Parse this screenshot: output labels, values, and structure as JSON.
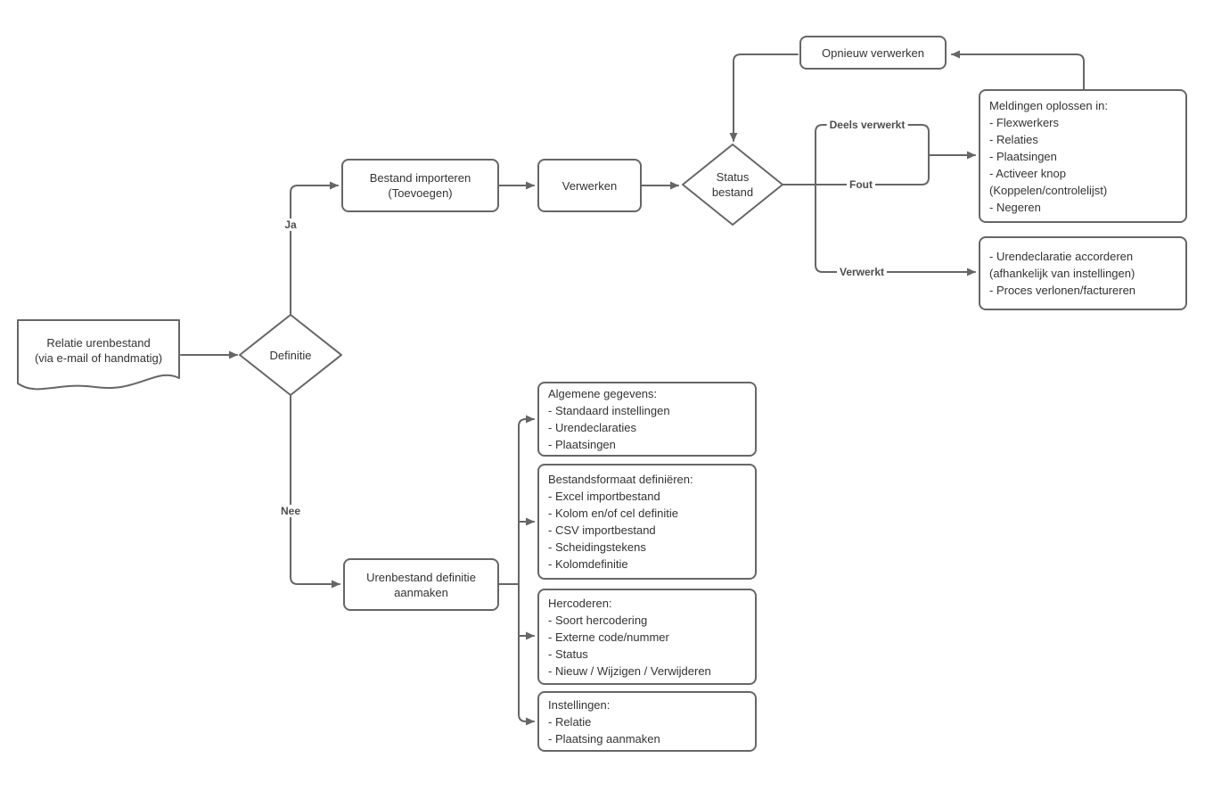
{
  "diagram": {
    "stroke_color": "#666666",
    "text_color": "#333333",
    "background_color": "#ffffff",
    "nodes": {
      "relatie_urenbestand": {
        "shape": "document",
        "lines": [
          "Relatie urenbestand",
          "(via e-mail of handmatig)"
        ]
      },
      "definitie": {
        "shape": "decision",
        "label": "Definitie"
      },
      "bestand_importeren": {
        "shape": "process",
        "lines": [
          "Bestand importeren",
          "(Toevoegen)"
        ]
      },
      "verwerken": {
        "shape": "process",
        "label": "Verwerken"
      },
      "status_bestand": {
        "shape": "decision",
        "lines": [
          "Status",
          "bestand"
        ]
      },
      "opnieuw_verwerken": {
        "shape": "process",
        "label": "Opnieuw verwerken"
      },
      "meldingen_oplossen": {
        "shape": "list",
        "lines": [
          "Meldingen oplossen in:",
          "- Flexwerkers",
          "- Relaties",
          "- Plaatsingen",
          "- Activeer knop",
          "(Koppelen/controlelijst)",
          "- Negeren"
        ]
      },
      "urendeclaratie": {
        "shape": "list",
        "lines": [
          "- Urendeclaratie accorderen",
          "(afhankelijk van instellingen)",
          "- Proces verlonen/factureren"
        ]
      },
      "urenbestand_definitie": {
        "shape": "process",
        "lines": [
          "Urenbestand definitie",
          "aanmaken"
        ]
      },
      "algemene_gegevens": {
        "shape": "list",
        "lines": [
          "Algemene gegevens:",
          "- Standaard instellingen",
          "- Urendeclaraties",
          "- Plaatsingen"
        ]
      },
      "bestandsformaat": {
        "shape": "list",
        "lines": [
          "Bestandsformaat definiëren:",
          "- Excel importbestand",
          "- Kolom en/of cel definitie",
          "- CSV importbestand",
          "- Scheidingstekens",
          "- Kolomdefinitie"
        ]
      },
      "hercoderen": {
        "shape": "list",
        "lines": [
          "Hercoderen:",
          "- Soort hercodering",
          "- Externe code/nummer",
          "- Status",
          "- Nieuw / Wijzigen / Verwijderen"
        ]
      },
      "instellingen": {
        "shape": "list",
        "lines": [
          "Instellingen:",
          "- Relatie",
          "- Plaatsing aanmaken"
        ]
      }
    },
    "edge_labels": {
      "ja": "Ja",
      "nee": "Nee",
      "deels_verwerkt": "Deels verwerkt",
      "fout": "Fout",
      "verwerkt": "Verwerkt"
    }
  }
}
